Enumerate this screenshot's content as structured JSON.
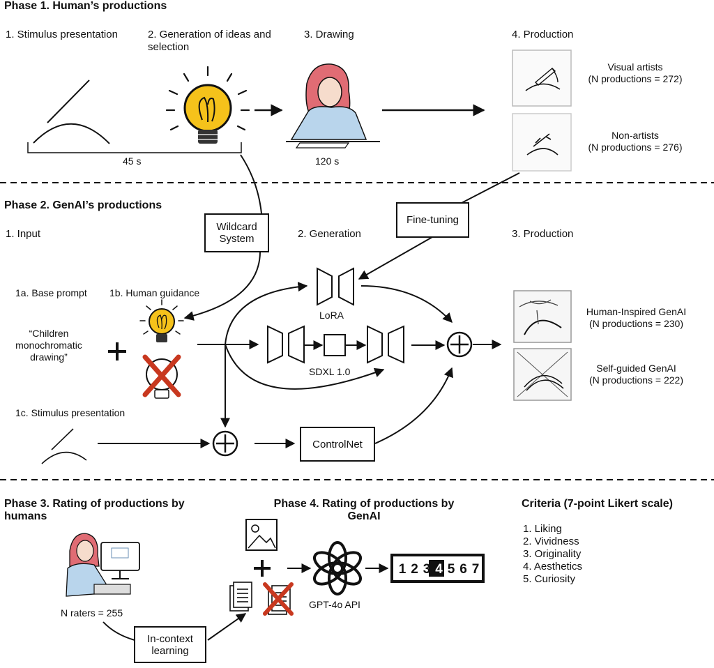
{
  "phase1": {
    "title": "Phase 1. Human’s productions",
    "step1": "1. Stimulus presentation",
    "step2": "2. Generation of ideas and selection",
    "step3": "3. Drawing",
    "step4": "4. Production",
    "time_stimulus": "45 s",
    "time_drawing": "120 s",
    "group_artists": "Visual artists",
    "group_artists_n": "(N productions = 272)",
    "group_nonartists": "Non-artists",
    "group_nonartists_n": "(N productions = 276)"
  },
  "phase2": {
    "title": "Phase 2. GenAI’s productions",
    "input": "1. Input",
    "generation": "2. Generation",
    "production": "3. Production",
    "wildcard": "Wildcard System",
    "finetuning": "Fine-tuning",
    "base_prompt": "1a. Base prompt",
    "human_guidance": "1b. Human guidance",
    "prompt_text": "“Children monochromatic drawing”",
    "stimulus": "1c. Stimulus presentation",
    "lora": "LoRA",
    "sdxl": "SDXL 1.0",
    "controlnet": "ControlNet",
    "human_inspired": "Human-Inspired GenAI",
    "human_inspired_n": "(N productions = 230)",
    "self_guided": "Self-guided GenAI",
    "self_guided_n": "(N productions = 222)"
  },
  "phase3": {
    "title": "Phase 3. Rating of productions by humans",
    "raters": "N raters = 255",
    "in_context": "In-context learning"
  },
  "phase4": {
    "title": "Phase 4. Rating of productions by GenAI",
    "api": "GPT-4o API",
    "scale": [
      "1",
      "2",
      "3",
      "4",
      "5",
      "6",
      "7"
    ]
  },
  "criteria": {
    "title": "Criteria (7-point Likert scale)",
    "items": [
      "1. Liking",
      "2. Vividness",
      "3. Originality",
      "4. Aesthetics",
      "5. Curiosity"
    ]
  },
  "colors": {
    "bulb": "#f5c21b",
    "cross": "#c8381f",
    "line": "#111111"
  }
}
